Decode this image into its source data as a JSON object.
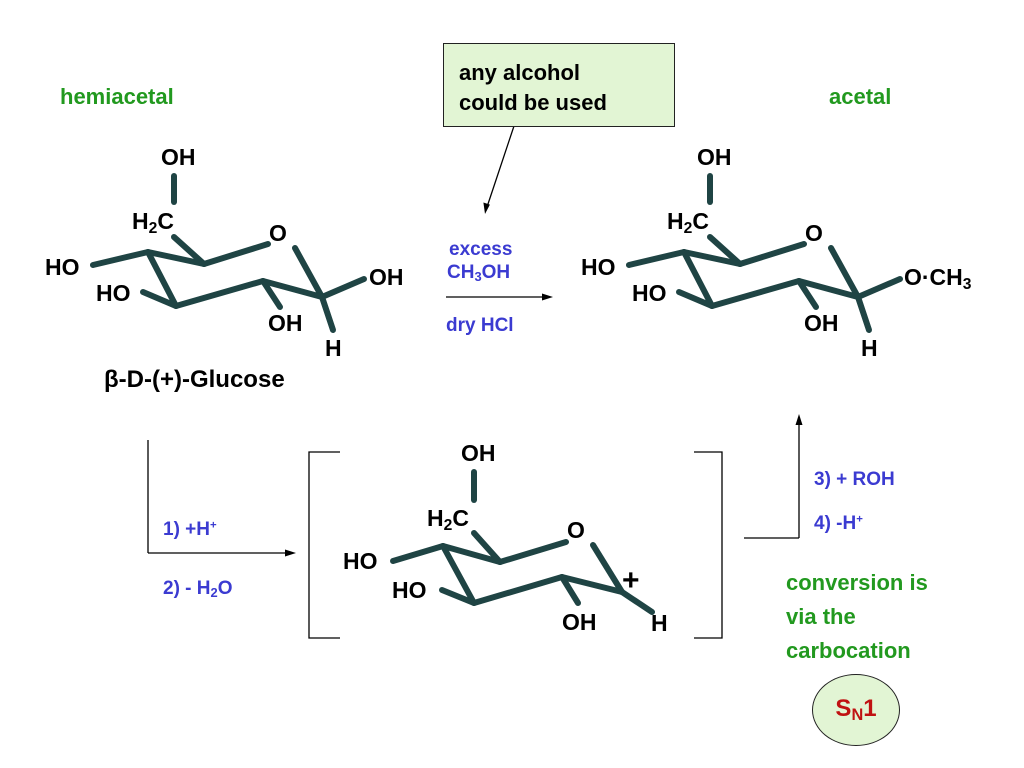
{
  "labels": {
    "hemiacetal": "hemiacetal",
    "acetal": "acetal",
    "callout_line1": "any alcohol",
    "callout_line2": "could be used",
    "glucose_prefix": "β",
    "glucose_name": "-D-(+)-Glucose",
    "excess": "excess",
    "methanol_a": "CH",
    "methanol_sub": "3",
    "methanol_b": "OH",
    "dry_hcl": "dry HCl",
    "step1": "1) +H",
    "step1_sup": "+",
    "step2_a": "2) - H",
    "step2_sub": "2",
    "step2_b": "O",
    "step3": "3) + ROH",
    "step4": "4) -H",
    "step4_sup": "+",
    "conv1": "conversion is",
    "conv2": "via the",
    "conv3": "carbocation",
    "sn1_s": "S",
    "sn1_n": "N",
    "sn1_1": "1"
  },
  "atoms": {
    "oh": "OH",
    "ho": "HO",
    "o": "O",
    "h": "H",
    "h2c_h": "H",
    "h2c_sub": "2",
    "h2c_c": "C",
    "och3_a": "O·CH",
    "och3_sub": "3",
    "plus": "+"
  },
  "colors": {
    "bond": "#1f4444",
    "green": "#22991f",
    "blue": "#3b3bd1",
    "red": "#c01212",
    "box_fill": "#e2f5d4"
  }
}
